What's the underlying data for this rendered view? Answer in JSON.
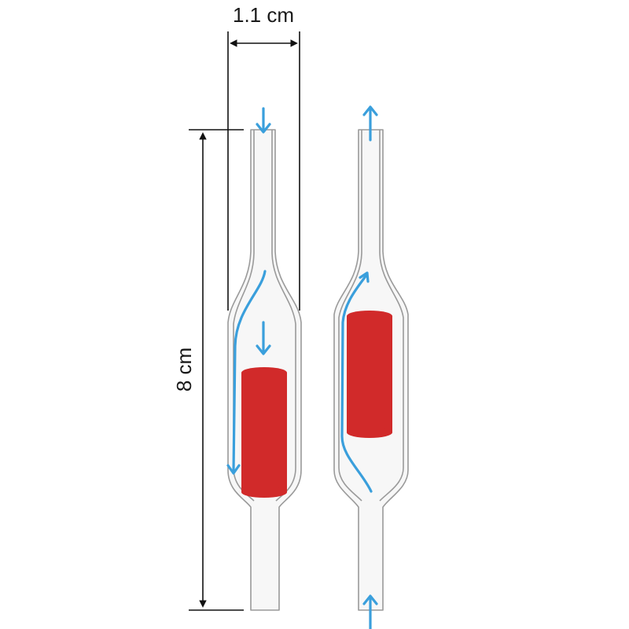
{
  "labels": {
    "width_dimension": "1.1 cm",
    "height_dimension": "8 cm"
  },
  "colors": {
    "flow_arrow": "#3a9fdc",
    "magnet": "#d12a2a",
    "glass_outline": "#9a9a9a",
    "dimension_line": "#111111"
  },
  "tubes": [
    {
      "state": "down-flow",
      "flow_direction": "down"
    },
    {
      "state": "up-flow",
      "flow_direction": "up"
    }
  ]
}
